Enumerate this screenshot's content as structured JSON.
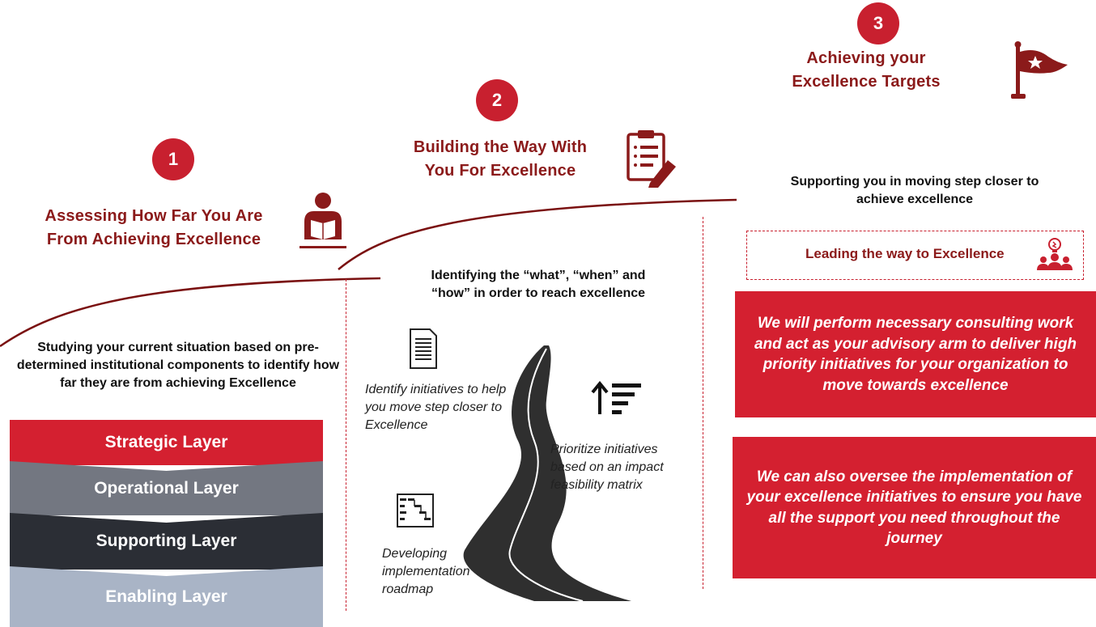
{
  "stages": [
    {
      "number": "1",
      "title_line1": "Assessing How Far You Are",
      "title_line2": "From Achieving Excellence",
      "icon": "person-reading-icon",
      "description": "Studying your current situation based on pre-determined institutional components to identify how far they are from achieving Excellence"
    },
    {
      "number": "2",
      "title_line1": "Building the Way With",
      "title_line2": "You For Excellence",
      "icon": "clipboard-pen-icon",
      "description_line1": "Identifying the “what”, “when” and",
      "description_line2": "“how” in order to reach excellence"
    },
    {
      "number": "3",
      "title_line1": "Achieving your",
      "title_line2": "Excellence Targets",
      "icon": "flag-star-icon",
      "description_line1": "Supporting you in moving step closer to",
      "description_line2": "achieve excellence"
    }
  ],
  "layers": [
    {
      "label": "Strategic Layer",
      "color": "#d42030"
    },
    {
      "label": "Operational Layer",
      "color": "#737781"
    },
    {
      "label": "Supporting Layer",
      "color": "#2b2e35"
    },
    {
      "label": "Enabling Layer",
      "color": "#a9b4c6"
    }
  ],
  "roadmap_steps": [
    {
      "text": "Identify initiatives to help you move step closer to Excellence",
      "icon": "document-icon"
    },
    {
      "text": "Prioritize initiatives based on an impact feasibility matrix",
      "icon": "sort-ascending-icon"
    },
    {
      "text": "Developing implementation roadmap",
      "icon": "gantt-chart-icon"
    }
  ],
  "leading": {
    "label": "Leading the way to Excellence",
    "icon": "team-idea-icon"
  },
  "offers": [
    "We will perform necessary consulting work and act as your advisory arm to deliver high priority initiatives for your organization to move towards excellence",
    "We can also oversee the implementation of your excellence initiatives to ensure you have all the support you need throughout the journey"
  ],
  "colors": {
    "accent": "#c8202f",
    "title": "#8b1a1a"
  }
}
